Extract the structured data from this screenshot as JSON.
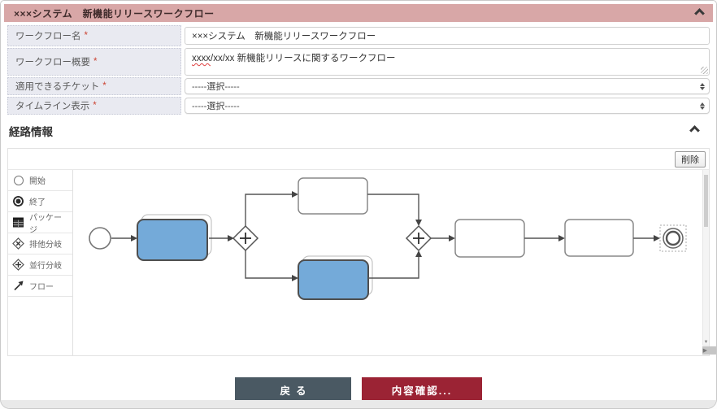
{
  "header": {
    "title": "×××システム　新機能リリースワークフロー",
    "collapse_icon": "chevron-up-icon"
  },
  "form": {
    "rows": [
      {
        "label": "ワークフロー名",
        "required": "*",
        "type": "input",
        "value": "×××システム　新機能リリースワークフロー"
      },
      {
        "label": "ワークフロー概要",
        "required": "*",
        "type": "textarea",
        "value_misspelled": "xxxx",
        "value_rest": "/xx/xx 新機能リリースに関するワークフロー"
      },
      {
        "label": "適用できるチケット",
        "required": "*",
        "type": "select",
        "value": "-----選択-----"
      },
      {
        "label": "タイムライン表示",
        "required": "*",
        "type": "select",
        "value": "-----選択-----"
      }
    ]
  },
  "route_section": {
    "title": "経路情報",
    "collapse_icon": "chevron-up-icon",
    "delete_button": "削除"
  },
  "palette": {
    "items": [
      {
        "icon": "start-event-icon",
        "label": "開始"
      },
      {
        "icon": "end-event-icon",
        "label": "終了"
      },
      {
        "icon": "package-icon",
        "label": "パッケージ"
      },
      {
        "icon": "exclusive-gateway-icon",
        "label": "排他分岐"
      },
      {
        "icon": "parallel-gateway-icon",
        "label": "並行分岐"
      },
      {
        "icon": "flow-icon",
        "label": "フロー"
      }
    ]
  },
  "diagram": {
    "nodes": [
      "start-event",
      "task-selected-1",
      "gateway-split",
      "task-top",
      "task-selected-2",
      "gateway-join",
      "task-3",
      "task-4",
      "end-event-selected"
    ],
    "task_fill": "#74aad9"
  },
  "footer": {
    "back_button": "戻る",
    "confirm_button": "内容確認..."
  },
  "colors": {
    "header_bg": "#d8a7a7",
    "label_bg": "#e9eaf1",
    "required_mark": "#cc4433",
    "task_fill": "#74aad9",
    "back_button_bg": "#4a5963",
    "confirm_button_bg": "#9b2334"
  }
}
